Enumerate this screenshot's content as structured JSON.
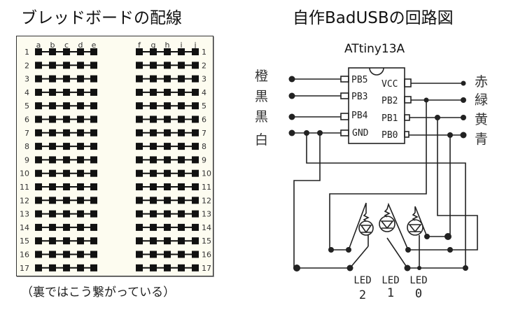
{
  "left": {
    "title": "ブレッドボードの配線",
    "columns_left": [
      "a",
      "b",
      "c",
      "d",
      "e"
    ],
    "columns_right": [
      "f",
      "g",
      "h",
      "i",
      "j"
    ],
    "rows": [
      "1",
      "2",
      "3",
      "4",
      "5",
      "6",
      "7",
      "8",
      "9",
      "10",
      "11",
      "12",
      "13",
      "14",
      "15",
      "16",
      "17"
    ],
    "caption": "（裏ではこう繋がっている）"
  },
  "right": {
    "title": "自作BadUSBの回路図",
    "chip": "ATtiny13A",
    "pins_left": [
      "PB5",
      "PB3",
      "PB4",
      "GND"
    ],
    "pins_right": [
      "VCC",
      "PB2",
      "PB1",
      "PB0"
    ],
    "wires_left": [
      "橙",
      "黒",
      "黒",
      "白"
    ],
    "wires_right": [
      "赤",
      "緑",
      "黄",
      "青"
    ],
    "leds": [
      {
        "label": "LED",
        "num": "2"
      },
      {
        "label": "LED",
        "num": "1"
      },
      {
        "label": "LED",
        "num": "0"
      }
    ]
  }
}
